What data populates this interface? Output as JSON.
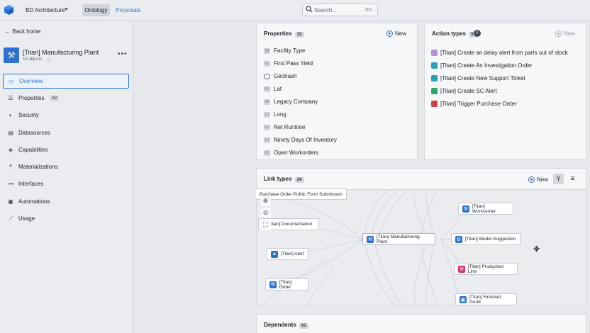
{
  "header": {
    "breadcrumb": "BD Architecture",
    "tabs": [
      {
        "label": "Ontology",
        "active": true
      },
      {
        "label": "Proposals",
        "active": false
      }
    ],
    "search": {
      "placeholder": "Search...",
      "shortcut": "⌘K"
    }
  },
  "sidebar": {
    "back_label": "Back home",
    "object": {
      "title": "[Titan] Manufacturing Plant",
      "subtitle": "15 objects"
    },
    "items": [
      {
        "label": "Overview",
        "icon": "monitor-icon",
        "active": true
      },
      {
        "label": "Properties",
        "icon": "list-icon",
        "badge": "32"
      },
      {
        "label": "Security",
        "icon": "shield-icon"
      },
      {
        "label": "Datasources",
        "icon": "database-icon"
      },
      {
        "label": "Capabilities",
        "icon": "layers-icon"
      },
      {
        "label": "Materializations",
        "icon": "export-icon"
      },
      {
        "label": "Interfaces",
        "icon": "interface-icon"
      },
      {
        "label": "Automations",
        "icon": "robot-icon"
      },
      {
        "label": "Usage",
        "icon": "chart-icon"
      }
    ]
  },
  "properties_panel": {
    "title": "Properties",
    "count": "32",
    "new_label": "New",
    "rows": [
      {
        "label": "Facility Type",
        "type": "99"
      },
      {
        "label": "First Pass Yield",
        "type": "1.0"
      },
      {
        "label": "Geohash",
        "type": "geo"
      },
      {
        "label": "Lat",
        "type": "1.0"
      },
      {
        "label": "Legacy Company",
        "type": "99"
      },
      {
        "label": "Long",
        "type": "1.0"
      },
      {
        "label": "Net Runtime",
        "type": "1.0"
      },
      {
        "label": "Ninety Days Of Inventory",
        "type": "1.0"
      },
      {
        "label": "Open Workorders",
        "type": "1.0"
      }
    ]
  },
  "action_panel": {
    "title": "Action types",
    "count": "5",
    "new_label": "New",
    "rows": [
      {
        "label": "[Titan] Create an delay alert from parts out of stock",
        "color": "#b28fd8"
      },
      {
        "label": "[Titan] Create An Investigation Order",
        "color": "#2d9fb3"
      },
      {
        "label": "[Titan] Create New Support Ticket",
        "color": "#2d9fb3"
      },
      {
        "label": "[Titan] Create SC Alert",
        "color": "#32a467"
      },
      {
        "label": "[Titan] Trigger Purchase Order",
        "color": "#cd4246"
      }
    ]
  },
  "link_panel": {
    "title": "Link types",
    "count": "24",
    "new_label": "New",
    "nodes": {
      "purchase": "Purchase Order Public Form Submissions",
      "documentation": "[Titan] Documentation",
      "alert": "[Titan] Alert",
      "order": "[Titan] Order",
      "center": "[Titan] Manufacturing Plant",
      "workcenter": "[Titan] Workcenter",
      "model": "[Titan] Model Suggestion",
      "production": "[Titan] Production Line",
      "finished": "[Titan] Finished Good"
    }
  },
  "dependents_panel": {
    "title": "Dependents",
    "count": "61"
  }
}
